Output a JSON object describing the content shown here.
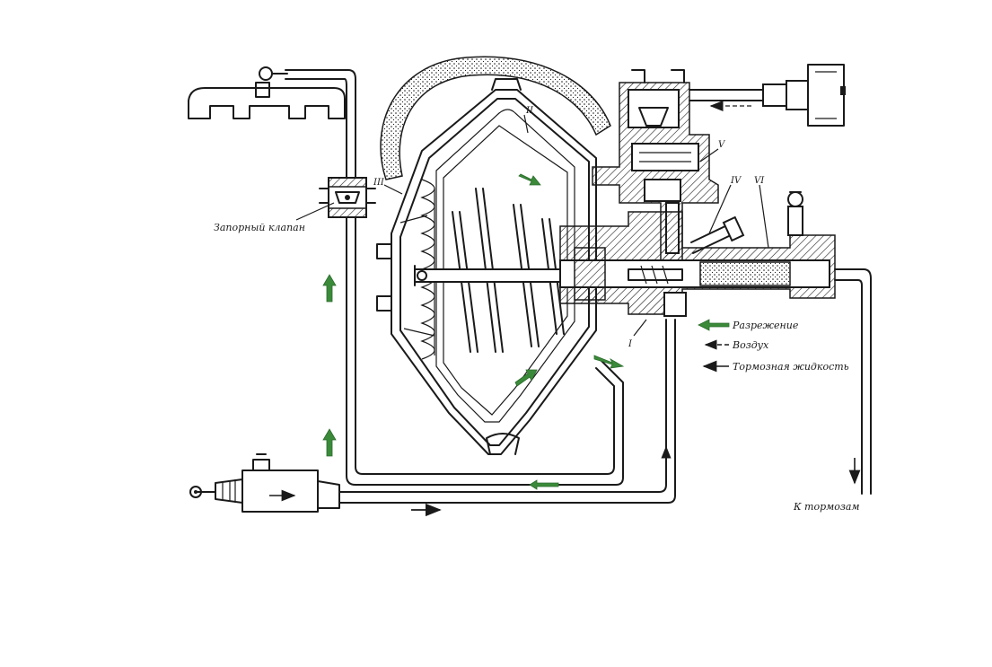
{
  "labels": {
    "check_valve": "Запорный клапан",
    "to_brakes": "К тормозам",
    "roman_I": "I",
    "roman_II": "II",
    "roman_III": "III",
    "roman_IV": "IV",
    "roman_V": "V",
    "roman_VI": "VI"
  },
  "legend": [
    {
      "text": "Разрежение",
      "arrow_style": "green-outline"
    },
    {
      "text": "Воздух",
      "arrow_style": "dashed"
    },
    {
      "text": "Тормозная жидкость",
      "arrow_style": "solid"
    }
  ],
  "colors": {
    "ink": "#1a1a1a",
    "vacuum_arrow": "#3a8a3a",
    "background": "#ffffff"
  }
}
